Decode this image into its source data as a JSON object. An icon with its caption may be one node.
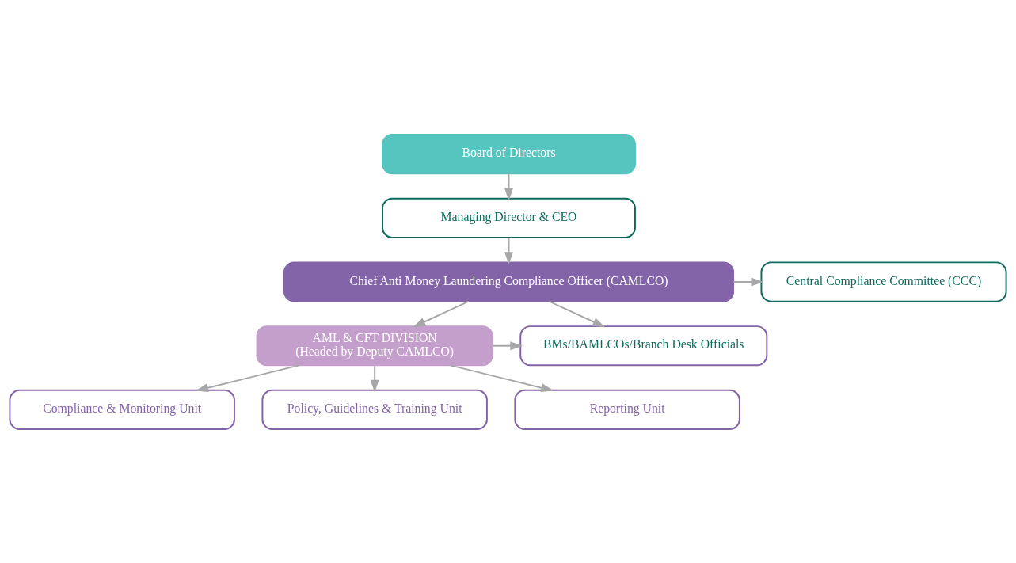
{
  "diagram": {
    "nodes": [
      {
        "text": [
          "Board of Directors"
        ]
      },
      {
        "text": [
          "Managing Director & CEO"
        ]
      },
      {
        "text": [
          "Chief Anti Money Laundering Compliance Officer (CAMLCO)"
        ]
      },
      {
        "text": [
          "Central Compliance Committee (CCC)"
        ]
      },
      {
        "text": [
          "BMs/BAMLCOs/Branch Desk Officials"
        ]
      },
      {
        "text": [
          "AML & CFT DIVISION",
          "(Headed by Deputy CAMLCO)"
        ]
      },
      {
        "text": [
          "Compliance & Monitoring Unit"
        ]
      },
      {
        "text": [
          "Policy, Guidelines & Training Unit"
        ]
      },
      {
        "text": [
          "Reporting Unit"
        ]
      }
    ],
    "edges": [
      {
        "from": 0,
        "to": 1,
        "arrow": "to"
      },
      {
        "from": 1,
        "to": 2,
        "arrow": "to"
      },
      {
        "from": 2,
        "to": 3,
        "arrow": "to"
      },
      {
        "from": 2,
        "to": 4,
        "arrow": "to"
      },
      {
        "from": 2,
        "to": 5,
        "arrow": "to"
      },
      {
        "from": 5,
        "to": 4,
        "arrow": "to"
      },
      {
        "from": 5,
        "to": 6,
        "arrow": "to"
      },
      {
        "from": 5,
        "to": 7,
        "arrow": "to"
      },
      {
        "from": 5,
        "to": 8,
        "arrow": "to"
      }
    ]
  }
}
